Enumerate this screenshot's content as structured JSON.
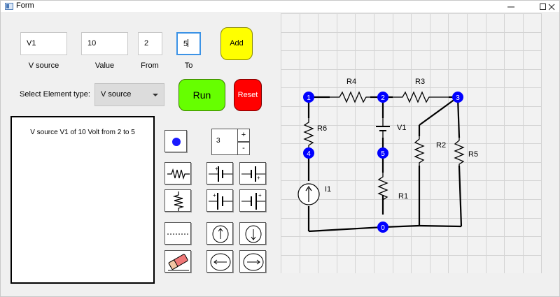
{
  "window": {
    "title": "Form",
    "min_symbol": "—",
    "max_symbol": "☐",
    "close_symbol": "✕"
  },
  "inputs": {
    "name": {
      "value": "V1",
      "label": "V source"
    },
    "value": {
      "value": "10",
      "label": "Value"
    },
    "from": {
      "value": "2",
      "label": "From"
    },
    "to": {
      "value": "5",
      "label": "To"
    }
  },
  "buttons": {
    "add": "Add",
    "run": "Run",
    "reset": "Reset"
  },
  "element_type": {
    "label": "Select Element type:",
    "selected": "V source"
  },
  "log": {
    "lines": [
      "V source V1 of 10 Volt from 2 to 5"
    ]
  },
  "stepper": {
    "value": "3",
    "plus": "+",
    "minus": "-"
  },
  "toolbox": [
    "node",
    "resistor",
    "battery-up",
    "battery-up-alt",
    "resistor-vertical",
    "battery-left",
    "battery-right",
    "wire",
    "current-source-up",
    "current-source-down",
    "eraser",
    "current-source-left",
    "current-source-right"
  ],
  "circuit": {
    "nodes": [
      "1",
      "2",
      "3",
      "4",
      "5",
      "0"
    ],
    "components": [
      {
        "label": "R4",
        "type": "resistor",
        "from": "1",
        "to": "2"
      },
      {
        "label": "R3",
        "type": "resistor",
        "from": "2",
        "to": "3"
      },
      {
        "label": "R6",
        "type": "resistor",
        "from": "1",
        "to": "4"
      },
      {
        "label": "V1",
        "type": "voltage-source",
        "from": "2",
        "to": "5"
      },
      {
        "label": "R2",
        "type": "resistor",
        "from": "3",
        "to": "0"
      },
      {
        "label": "R5",
        "type": "resistor",
        "from": "3",
        "to": "0"
      },
      {
        "label": "I1",
        "type": "current-source",
        "from": "0",
        "to": "4"
      },
      {
        "label": "R1",
        "type": "resistor",
        "from": "5",
        "to": "0"
      }
    ],
    "colors": {
      "node": "#0000ff",
      "node_text": "#ffffff",
      "grid": "#d4d4d4",
      "grid_bg": "#f2f2f2"
    }
  }
}
